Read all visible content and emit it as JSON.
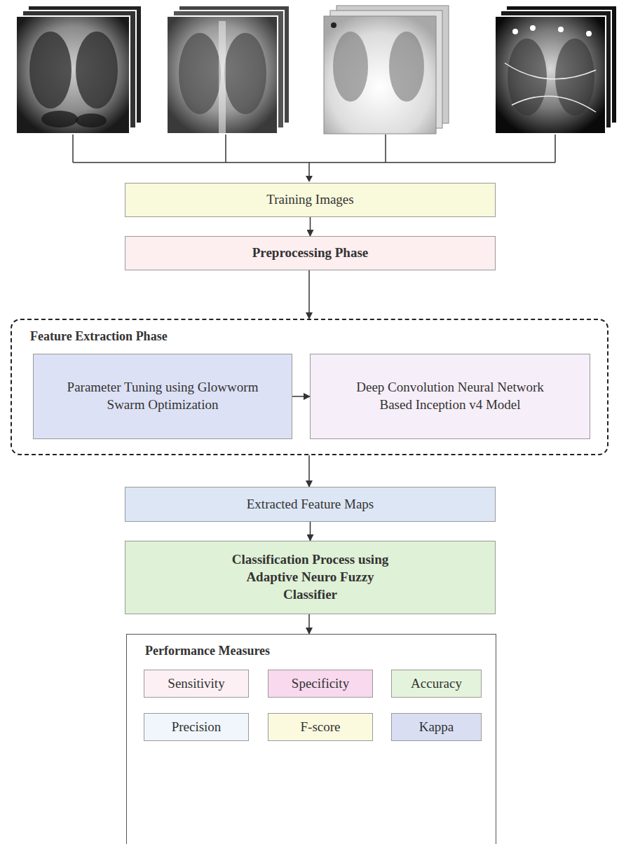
{
  "diagram": {
    "nodes": [
      {
        "text": [
          "Training Images"
        ]
      },
      {
        "text": [
          "Preprocessing Phase"
        ]
      },
      {
        "text": [
          "Feature Extraction Phase"
        ]
      },
      {
        "text": [
          "Parameter Tuning using Glowworm Swarm Optimization"
        ],
        "in": 2
      },
      {
        "text": [
          "Deep Convolution Neural Network Based Inception v4 Model"
        ],
        "in": 2
      },
      {
        "text": [
          "Extracted Feature Maps"
        ]
      },
      {
        "text": [
          "Classification Process using Adaptive Neuro Fuzzy Classifier"
        ]
      },
      {
        "text": [
          "Performance Measures"
        ]
      },
      {
        "text": [
          "Sensitivity"
        ],
        "in": 7
      },
      {
        "text": [
          "Specificity"
        ],
        "in": 7
      },
      {
        "text": [
          "Accuracy"
        ],
        "in": 7
      },
      {
        "text": [
          "Precision"
        ],
        "in": 7
      },
      {
        "text": [
          "F-score"
        ],
        "in": 7
      },
      {
        "text": [
          "Kappa"
        ],
        "in": 7
      }
    ],
    "edges": [
      {
        "from": 0,
        "to": 1,
        "arrow": "to"
      },
      {
        "from": 1,
        "to": 2,
        "arrow": "to"
      },
      {
        "from": 3,
        "to": 4,
        "arrow": "to"
      },
      {
        "from": 2,
        "to": 5,
        "arrow": "to"
      },
      {
        "from": 5,
        "to": 6,
        "arrow": "to"
      },
      {
        "from": 6,
        "to": 7,
        "arrow": "to"
      }
    ]
  }
}
